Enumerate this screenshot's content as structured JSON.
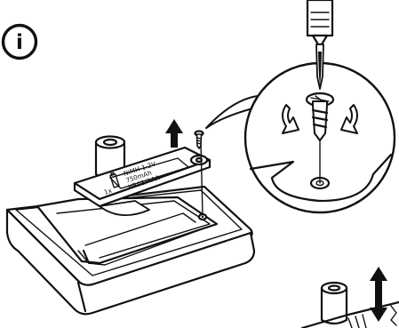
{
  "info_badge": {
    "glyph": "i",
    "icon": "info-circle-icon"
  },
  "battery_cover_label": {
    "quantity": "1x",
    "chemistry": "NiMH 1.2V",
    "capacity": "750mAh",
    "size": "HR03/AAA"
  },
  "icons": {
    "lift_arrow": "arrow-up-icon",
    "rotate": "rotate-arrows-icon",
    "updown": "up-down-arrow-icon",
    "screwdriver": "screwdriver-icon"
  },
  "colors": {
    "ink": "#111111",
    "background": "#ffffff"
  }
}
